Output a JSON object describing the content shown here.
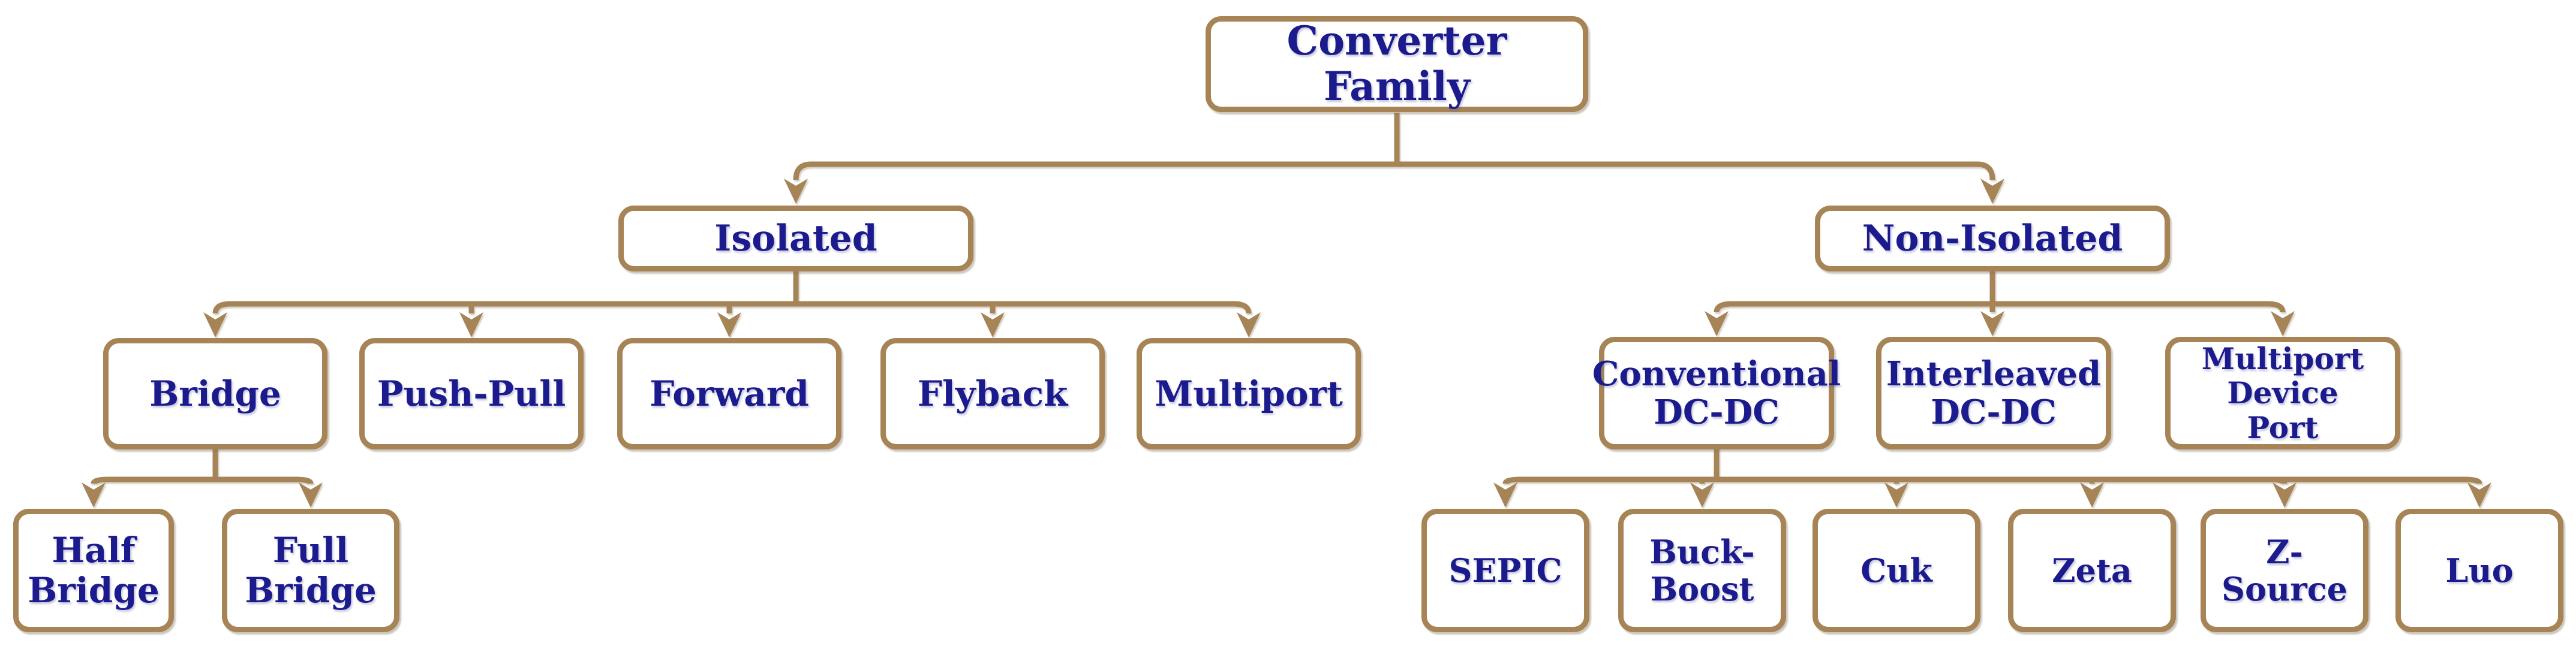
{
  "diagram": {
    "type": "tree",
    "background_color": "#ffffff",
    "colors": {
      "line": "#A68456",
      "node_border": "#A68456",
      "node_fill": "#ffffff",
      "label_text": "#1B1B8E"
    },
    "nodes": {
      "converter_family": {
        "label": "Converter Family"
      },
      "isolated": {
        "label": "Isolated"
      },
      "non_isolated": {
        "label": "Non-Isolated"
      },
      "bridge": {
        "label": "Bridge"
      },
      "push_pull": {
        "label": "Push-Pull"
      },
      "forward": {
        "label": "Forward"
      },
      "flyback": {
        "label": "Flyback"
      },
      "multiport": {
        "label": "Multiport"
      },
      "half_bridge": {
        "label": "Half\nBridge"
      },
      "full_bridge": {
        "label": "Full\nBridge"
      },
      "conventional_dcdc": {
        "label": "Conventional\nDC-DC"
      },
      "interleaved_dcdc": {
        "label": "Interleaved\nDC-DC"
      },
      "multiport_device_port": {
        "label": "Multiport\nDevice\nPort"
      },
      "sepic": {
        "label": "SEPIC"
      },
      "buck_boost": {
        "label": "Buck-\nBoost"
      },
      "cuk": {
        "label": "Cuk"
      },
      "zeta": {
        "label": "Zeta"
      },
      "z_source": {
        "label": "Z-Source"
      },
      "luo": {
        "label": "Luo"
      }
    },
    "edges": [
      [
        "Converter Family",
        "Isolated"
      ],
      [
        "Converter Family",
        "Non-Isolated"
      ],
      [
        "Isolated",
        "Bridge"
      ],
      [
        "Isolated",
        "Push-Pull"
      ],
      [
        "Isolated",
        "Forward"
      ],
      [
        "Isolated",
        "Flyback"
      ],
      [
        "Isolated",
        "Multiport"
      ],
      [
        "Bridge",
        "Half Bridge"
      ],
      [
        "Bridge",
        "Full Bridge"
      ],
      [
        "Non-Isolated",
        "Conventional DC-DC"
      ],
      [
        "Non-Isolated",
        "Interleaved DC-DC"
      ],
      [
        "Non-Isolated",
        "Multiport Device Port"
      ],
      [
        "Conventional DC-DC",
        "SEPIC"
      ],
      [
        "Conventional DC-DC",
        "Buck-Boost"
      ],
      [
        "Conventional DC-DC",
        "Cuk"
      ],
      [
        "Conventional DC-DC",
        "Zeta"
      ],
      [
        "Conventional DC-DC",
        "Z-Source"
      ],
      [
        "Conventional DC-DC",
        "Luo"
      ]
    ]
  }
}
